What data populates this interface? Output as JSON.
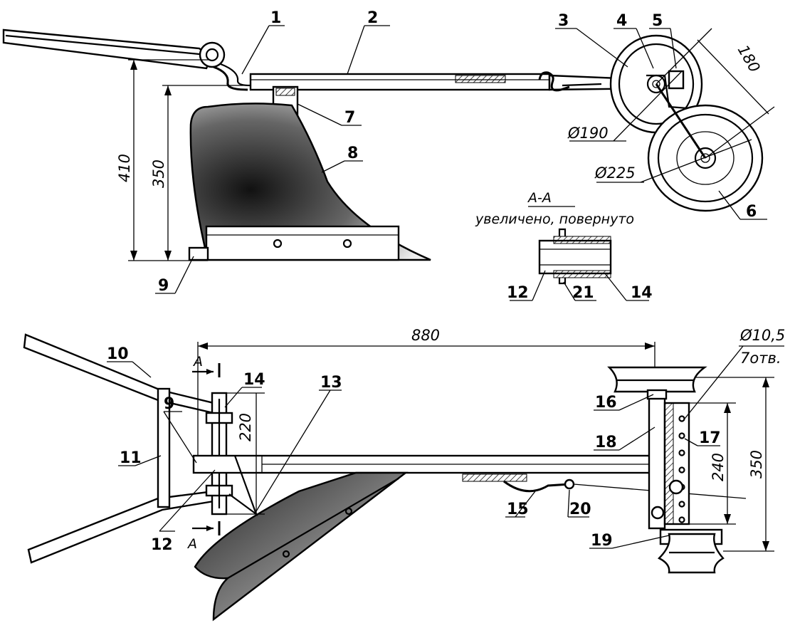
{
  "callouts": {
    "c1": "1",
    "c2": "2",
    "c3": "3",
    "c4": "4",
    "c5": "5",
    "c6": "6",
    "c7": "7",
    "c8": "8",
    "c9_side": "9",
    "c9_top": "9",
    "c10": "10",
    "c11": "11",
    "c12_section": "12",
    "c12_top": "12",
    "c13": "13",
    "c14_section": "14",
    "c14_top": "14",
    "c15": "15",
    "c16": "16",
    "c17": "17",
    "c18": "18",
    "c19": "19",
    "c20": "20",
    "c21": "21"
  },
  "dimensions": {
    "height_total": "410",
    "height_moldboard": "350",
    "wheel_offset": "180",
    "wheel_small_dia": "Ø190",
    "wheel_large_dia": "Ø225",
    "frame_length": "880",
    "hole_spec_dia": "Ø10,5",
    "hole_spec_count": "7отв.",
    "handle_bracket_width": "220",
    "hole_span": "240",
    "axle_span": "350"
  },
  "section": {
    "title": "А-А",
    "caption": "увеличено, повернуто",
    "marker_top": "А",
    "marker_bottom": "А"
  }
}
